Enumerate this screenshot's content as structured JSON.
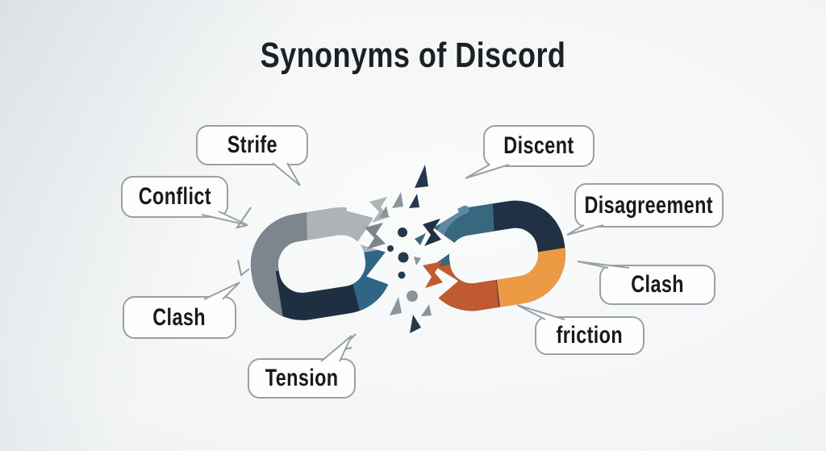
{
  "title": "Synonyms of Discord",
  "bubbles": {
    "strife": {
      "label": "Strife"
    },
    "conflict": {
      "label": "Conflict"
    },
    "clash_left": {
      "label": "Clash"
    },
    "tension": {
      "label": "Tension"
    },
    "discent": {
      "label": "Discent"
    },
    "disagreement": {
      "label": "Disagreement"
    },
    "clash_right": {
      "label": "Clash"
    },
    "friction": {
      "label": "friction"
    }
  },
  "illustration": {
    "name": "broken-chain-link-icon",
    "description_parts": [
      "left-chain-link",
      "right-chain-link",
      "break-burst-particles"
    ]
  },
  "colors": {
    "title_text": "#1d2125",
    "bubble_bg": "#fdfdfd",
    "bubble_border": "#9aa0a5",
    "bubble_text": "#17191c",
    "link_gray": "#7d868e",
    "link_light_gray": "#aeb3b8",
    "link_navy": "#1e2f41",
    "link_teal": "#2f6686",
    "rlink_teal": "#36687f",
    "rlink_teal_light": "#5e8aa0",
    "rlink_navy": "#203144",
    "rlink_orange": "#ec9a43",
    "rlink_rust": "#c05a30",
    "particle_navy": "#24384a",
    "particle_gray": "#8d9499",
    "spark_outline": "#949aa0"
  }
}
